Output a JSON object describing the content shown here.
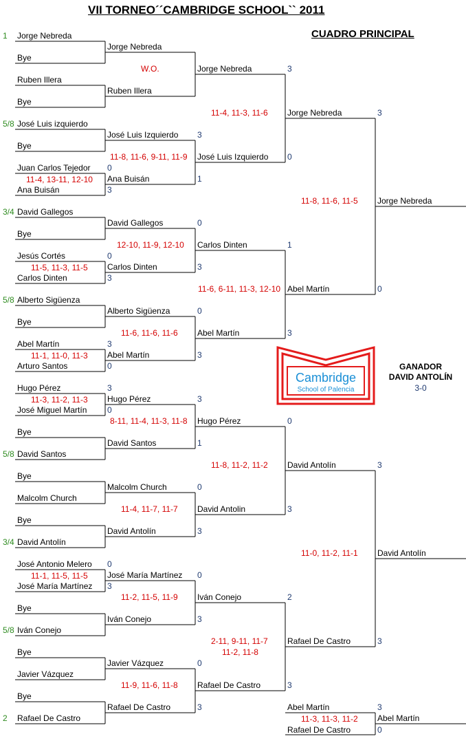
{
  "title": "VII TORNEO´´CAMBRIDGE SCHOOL`` 2011",
  "subtitle": "CUADRO PRINCIPAL",
  "winner_box": {
    "heading": "GANADOR",
    "name": "DAVID ANTOLÍN",
    "score": "3-0"
  },
  "logo": {
    "brand": "Cambridge",
    "tagline": "School of Palencia",
    "red": "#e41b1b",
    "blue": "#1a8fd6"
  },
  "colors": {
    "score_red": "#d40000",
    "score_blue": "#1f3a70",
    "seed_green": "#2e8b1f"
  },
  "round1": [
    {
      "seed": "1",
      "name": "Jorge Nebreda"
    },
    {
      "seed": "",
      "name": "Bye"
    },
    {
      "seed": "",
      "name": "Ruben Illera"
    },
    {
      "seed": "",
      "name": "Bye"
    },
    {
      "seed": "5/8",
      "name": "José Luis izquierdo"
    },
    {
      "seed": "",
      "name": "Bye"
    },
    {
      "seed": "",
      "name": "Juan Carlos Tejedor",
      "games": "0"
    },
    {
      "seed": "",
      "name": "Ana Buisán",
      "games": "3"
    },
    {
      "seed": "3/4",
      "name": "David Gallegos"
    },
    {
      "seed": "",
      "name": "Bye"
    },
    {
      "seed": "",
      "name": "Jesús Cortés",
      "games": "0"
    },
    {
      "seed": "",
      "name": "Carlos Dinten",
      "games": "3"
    },
    {
      "seed": "5/8",
      "name": "Alberto Sigüenza"
    },
    {
      "seed": "",
      "name": "Bye"
    },
    {
      "seed": "",
      "name": "Abel Martín",
      "games": "3"
    },
    {
      "seed": "",
      "name": "Arturo Santos",
      "games": "0"
    },
    {
      "seed": "",
      "name": "Hugo Pérez",
      "games": "3"
    },
    {
      "seed": "",
      "name": "José Miguel Martín",
      "games": "0"
    },
    {
      "seed": "",
      "name": "Bye"
    },
    {
      "seed": "5/8",
      "name": "David Santos"
    },
    {
      "seed": "",
      "name": "Bye"
    },
    {
      "seed": "",
      "name": "Malcolm Church"
    },
    {
      "seed": "",
      "name": "Bye"
    },
    {
      "seed": "3/4",
      "name": "David Antolín"
    },
    {
      "seed": "",
      "name": "José Antonio Melero",
      "games": "0"
    },
    {
      "seed": "",
      "name": "José María Martínez",
      "games": "3"
    },
    {
      "seed": "",
      "name": "Bye"
    },
    {
      "seed": "5/8",
      "name": "Iván Conejo"
    },
    {
      "seed": "",
      "name": "Bye"
    },
    {
      "seed": "",
      "name": "Javier Vázquez"
    },
    {
      "seed": "",
      "name": "Bye"
    },
    {
      "seed": "2",
      "name": "Rafael De Castro"
    }
  ],
  "round1_scores": [
    "11-4, 13-11, 12-10",
    "11-5, 11-3, 11-5",
    "11-1, 11-0, 11-3",
    "11-3, 11-2, 11-3",
    "11-1, 11-5, 11-5"
  ],
  "round2": [
    {
      "name": "Jorge Nebreda",
      "games": ""
    },
    {
      "name": "Ruben Illera",
      "games": ""
    },
    {
      "name": "José Luis Izquierdo",
      "games": "3"
    },
    {
      "name": "Ana Buisán",
      "games": "1"
    },
    {
      "name": "David Gallegos",
      "games": "0"
    },
    {
      "name": "Carlos Dinten",
      "games": "3"
    },
    {
      "name": "Alberto Sigüenza",
      "games": "0"
    },
    {
      "name": "Abel Martín",
      "games": "3"
    },
    {
      "name": "Hugo Pérez",
      "games": "3"
    },
    {
      "name": "David Santos",
      "games": "1"
    },
    {
      "name": "Malcolm Church",
      "games": "0"
    },
    {
      "name": "David Antolín",
      "games": "3"
    },
    {
      "name": "José María Martínez",
      "games": "0"
    },
    {
      "name": "Iván Conejo",
      "games": "3"
    },
    {
      "name": "Javier Vázquez",
      "games": "0"
    },
    {
      "name": "Rafael De Castro",
      "games": "3"
    }
  ],
  "round2_scores": [
    "W.O.",
    "11-8, 11-6, 9-11, 11-9",
    "12-10, 11-9, 12-10",
    "11-6, 11-6, 11-6",
    "8-11, 11-4, 11-3, 11-8",
    "11-4, 11-7, 11-7",
    "11-2, 11-5, 11-9",
    "11-9, 11-6, 11-8"
  ],
  "round3": [
    {
      "name": "Jorge Nebreda",
      "games": "3"
    },
    {
      "name": "José Luis Izquierdo",
      "games": "0"
    },
    {
      "name": "Carlos Dinten",
      "games": "1"
    },
    {
      "name": "Abel Martín",
      "games": "3"
    },
    {
      "name": "Hugo Pérez",
      "games": "0"
    },
    {
      "name": "David Antolin",
      "games": "3"
    },
    {
      "name": "Iván Conejo",
      "games": "2"
    },
    {
      "name": "Rafael De Castro",
      "games": "3"
    }
  ],
  "round3_scores": [
    "11-4, 11-3, 11-6",
    "11-6, 6-11, 11-3, 12-10",
    "11-8, 11-2, 11-2",
    "2-11, 9-11, 11-7",
    "11-2, 11-8"
  ],
  "round4": [
    {
      "name": "Jorge Nebreda",
      "games": "3"
    },
    {
      "name": "Abel Martín",
      "games": "0"
    },
    {
      "name": "David Antolín",
      "games": "3"
    },
    {
      "name": "Rafael De Castro",
      "games": "3"
    }
  ],
  "round4_scores": [
    "11-8, 11-6, 11-5",
    "11-0, 11-2, 11-1"
  ],
  "semifinal": [
    {
      "name": "Jorge Nebreda"
    },
    {
      "name": "David Antolín"
    }
  ],
  "third_place": {
    "top": {
      "name": "Abel Martín",
      "games": "3"
    },
    "bottom": {
      "name": "Rafael De Castro",
      "games": "0"
    },
    "score": "11-3, 11-3, 11-2",
    "winner": "Abel Martín"
  }
}
